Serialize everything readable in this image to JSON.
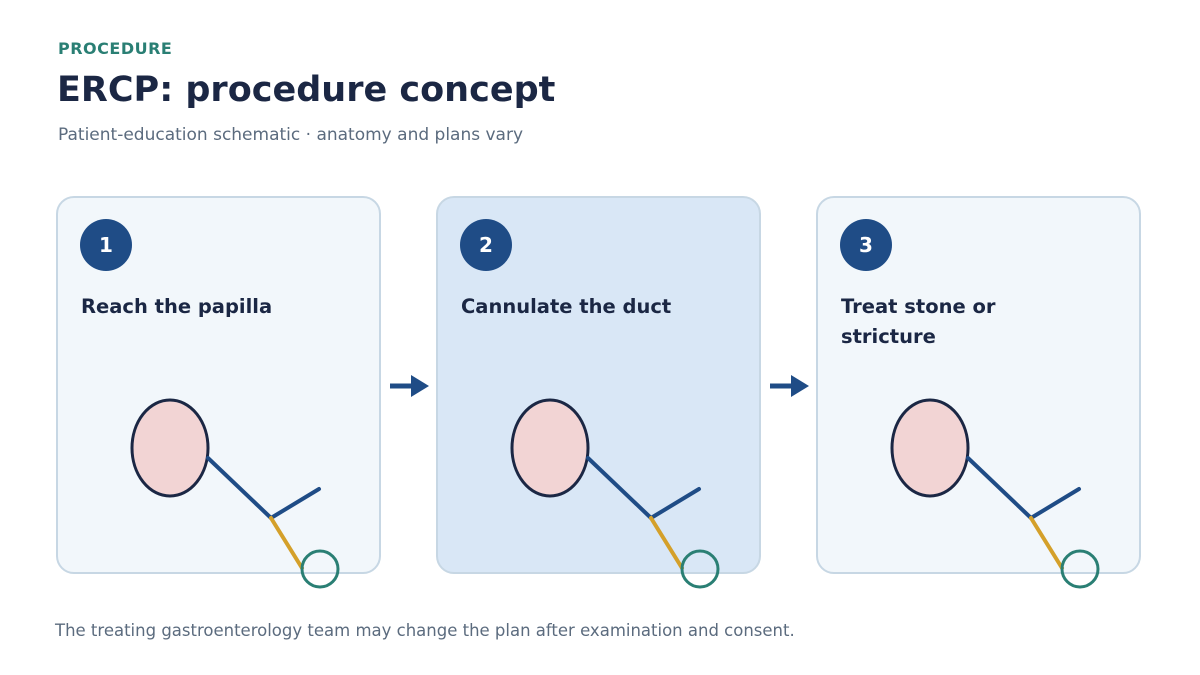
{
  "header": {
    "eyebrow": "PROCEDURE",
    "title": "ERCP: procedure concept",
    "subtitle": "Patient-education schematic · anatomy and plans vary"
  },
  "steps": [
    {
      "number": "1",
      "label": "Reach the papilla",
      "active": false
    },
    {
      "number": "2",
      "label": "Cannulate the duct",
      "active": true
    },
    {
      "number": "3",
      "label": "Treat stone or stricture",
      "active": false
    }
  ],
  "footer": {
    "note": "The treating gastroenterology team may change the plan after examination and consent."
  },
  "colors": {
    "accent": "#2a7f74",
    "navy": "#1f4c86",
    "title": "#1b2744",
    "muted": "#5b6b7e",
    "card_border": "#c7d7e4",
    "card_bg": "#f2f7fb",
    "card_active_bg": "#d9e7f6",
    "organ_fill": "#f2d4d4",
    "organ_stroke": "#1b2744",
    "duct": "#1f4c86",
    "scope_tip": "#d4a02a",
    "papilla_ring": "#2a7f74"
  }
}
